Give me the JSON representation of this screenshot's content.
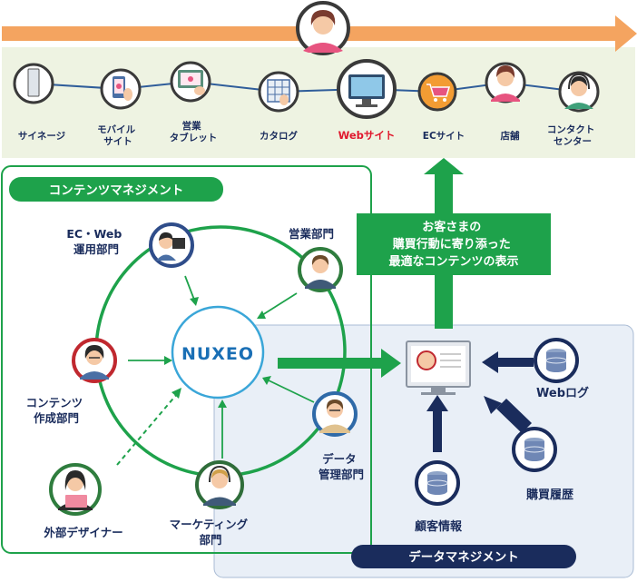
{
  "channels": [
    {
      "id": "signage",
      "label": [
        "サイネージ"
      ],
      "icon": "signage-icon"
    },
    {
      "id": "mobile",
      "label": [
        "モバイル",
        "サイト"
      ],
      "icon": "mobile-icon"
    },
    {
      "id": "tablet",
      "label": [
        "営業",
        "タブレット"
      ],
      "icon": "tablet-icon"
    },
    {
      "id": "catalog",
      "label": [
        "カタログ"
      ],
      "icon": "catalog-icon"
    },
    {
      "id": "web",
      "label": [
        "Webサイト"
      ],
      "icon": "monitor-icon",
      "highlight": true
    },
    {
      "id": "ec",
      "label": [
        "ECサイト"
      ],
      "icon": "cart-icon"
    },
    {
      "id": "store",
      "label": [
        "店舗"
      ],
      "icon": "store-staff-icon"
    },
    {
      "id": "contact",
      "label": [
        "コンタクト",
        "センター"
      ],
      "icon": "headset-operator-icon"
    }
  ],
  "content_mgmt": {
    "title": "コンテンツマネジメント",
    "hub_logo": "nuxeo",
    "departments": [
      {
        "id": "ec-web",
        "label": [
          "EC・Web",
          "運用部門"
        ],
        "icon": "pc-worker-icon"
      },
      {
        "id": "sales",
        "label": [
          "営業部門"
        ],
        "icon": "businessman-icon"
      },
      {
        "id": "content",
        "label": [
          "コンテンツ",
          "作成部門"
        ],
        "icon": "woman-glasses-icon"
      },
      {
        "id": "data",
        "label": [
          "データ",
          "管理部門"
        ],
        "icon": "man-glasses-icon"
      },
      {
        "id": "marketing",
        "label": [
          "マーケティング",
          "部門"
        ],
        "icon": "headset-man-icon"
      },
      {
        "id": "designer",
        "label": [
          "外部デザイナー"
        ],
        "icon": "designer-icon",
        "external": true
      }
    ]
  },
  "data_mgmt": {
    "title": "データマネジメント",
    "sources": [
      {
        "id": "weblog",
        "label": "Webログ",
        "icon": "database-icon"
      },
      {
        "id": "history",
        "label": "購買履歴",
        "icon": "database-icon"
      },
      {
        "id": "customer",
        "label": "顧客情報",
        "icon": "database-icon"
      }
    ],
    "center_icon": "customer-profile-screen-icon"
  },
  "callout": [
    "お客さまの",
    "購買行動に寄り添った",
    "最適なコンテンツの表示"
  ],
  "colors": {
    "green": "#1ea24b",
    "navy": "#1a2c5c",
    "web_red": "#e0182d",
    "arrow_orange": "#f4a460",
    "channel_bg": "#eef3e2",
    "data_bg": "#e9eff7"
  }
}
